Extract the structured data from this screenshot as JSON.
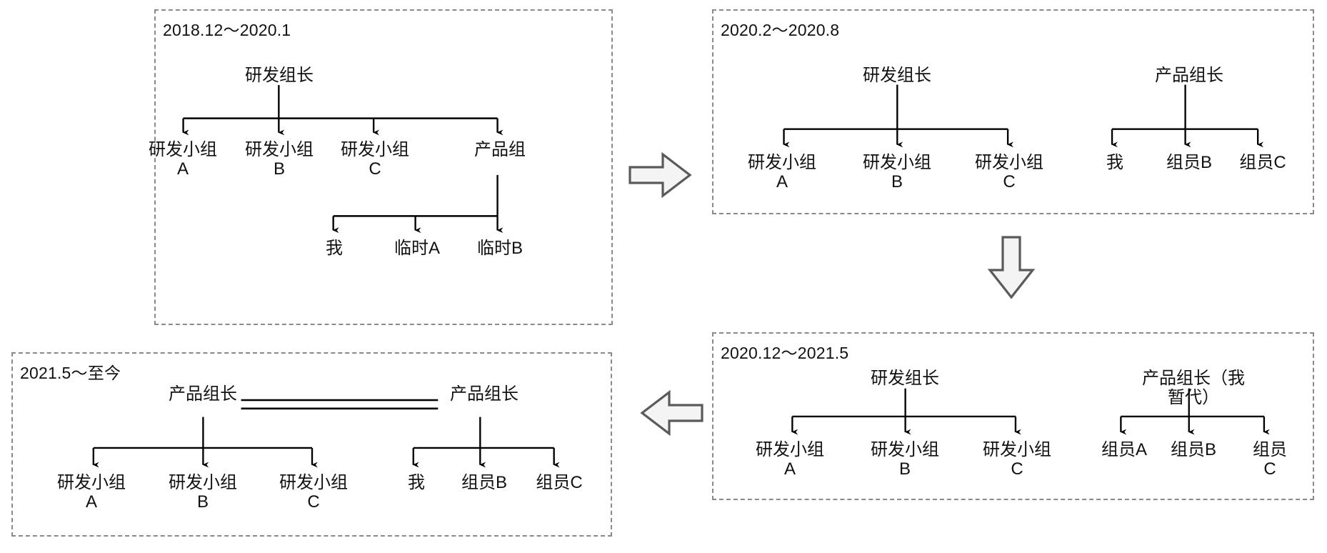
{
  "diagram": {
    "title_semantic": "team-structure-evolution-timeline",
    "line_color": "#000000",
    "panel_border_color": "#8a8a8a",
    "flow_arrow_fill": "#f4f4f4",
    "flow_arrow_stroke": "#5a5a5a",
    "text_color": "#111111"
  },
  "panels": [
    {
      "id": "panel-1",
      "period": "2018.12～2020.1",
      "nodes": {
        "root": "研发组长",
        "children": [
          "研发小组\nA",
          "研发小组\nB",
          "研发小组\nC",
          "产品组"
        ],
        "sub_parent": "产品组",
        "sub_children": [
          "我",
          "临时A",
          "临时B"
        ]
      }
    },
    {
      "id": "panel-2",
      "period": "2020.2～2020.8",
      "nodes": {
        "left_root": "研发组长",
        "left_children": [
          "研发小组\nA",
          "研发小组\nB",
          "研发小组\nC"
        ],
        "right_root": "产品组长",
        "right_children": [
          "我",
          "组员B",
          "组员C"
        ]
      }
    },
    {
      "id": "panel-3",
      "period": "2020.12～2021.5",
      "nodes": {
        "left_root": "研发组长",
        "left_children": [
          "研发小组\nA",
          "研发小组\nB",
          "研发小组\nC"
        ],
        "right_root": "产品组长（我暂代）",
        "right_children": [
          "组员A",
          "组员B",
          "组员C"
        ]
      }
    },
    {
      "id": "panel-4",
      "period": "2021.5～至今",
      "nodes": {
        "left_root": "产品组长",
        "right_root": "产品组长",
        "left_children": [
          "研发小组\nA",
          "研发小组\nB",
          "研发小组\nC"
        ],
        "right_children": [
          "我",
          "组员B",
          "组员C"
        ]
      }
    }
  ],
  "flow_arrows": [
    {
      "id": "arrow-panel1-to-panel2",
      "direction": "right",
      "icon": "arrow-right-icon"
    },
    {
      "id": "arrow-panel2-to-panel3",
      "direction": "down",
      "icon": "arrow-down-icon"
    },
    {
      "id": "arrow-panel3-to-panel4",
      "direction": "left",
      "icon": "arrow-left-icon"
    }
  ]
}
